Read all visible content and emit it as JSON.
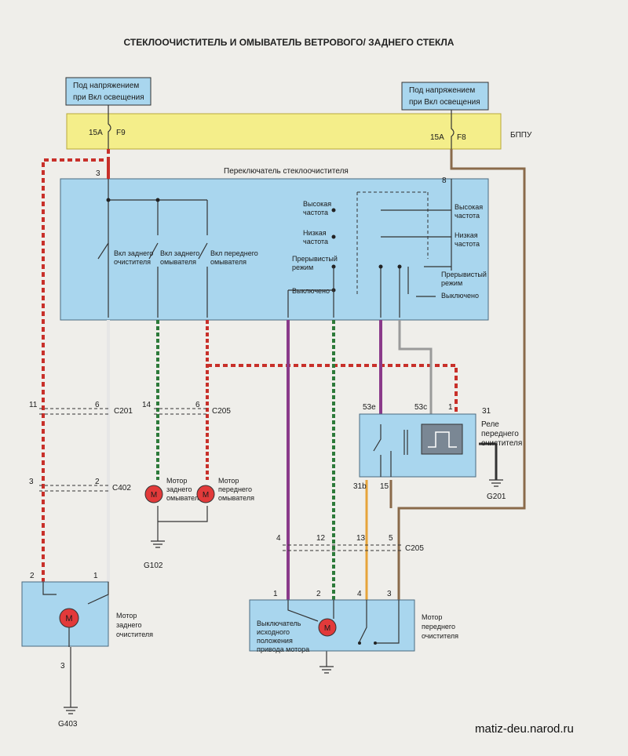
{
  "title": "СТЕКЛООЧИСТИТЕЛЬ И ОМЫВАТЕЛЬ ВЕТРОВОГО/ ЗАДНЕГО СТЕКЛА",
  "watermark": "matiz-deu.narod.ru",
  "supply_left": {
    "line1": "Под напряжением",
    "line2": "при Вкл освещения"
  },
  "supply_right": {
    "line1": "Под напряжением",
    "line2": "при Вкл освещения"
  },
  "fuse_left": {
    "rating": "15A",
    "name": "F9"
  },
  "fuse_right": {
    "rating": "15A",
    "name": "F8"
  },
  "fuse_block": "БППУ",
  "switch": {
    "title": "Переключатель стеклоочистителя",
    "pin_left": "3",
    "pin_right": "8",
    "rear_wiper": [
      "Вкл заднего",
      "очистителя"
    ],
    "rear_washer": [
      "Вкл заднего",
      "омывателя"
    ],
    "front_washer": [
      "Вкл переднего",
      "омывателя"
    ],
    "high_left": [
      "Высокая",
      "частота"
    ],
    "low_left": [
      "Низкая",
      "частота"
    ],
    "intermittent_left": [
      "Прерывистый",
      "режим"
    ],
    "off_left": "Выключено",
    "high_right": [
      "Высокая",
      "частота"
    ],
    "low_right": [
      "Низкая",
      "частота"
    ],
    "intermittent_right": [
      "Прерывистый",
      "режим"
    ],
    "off_right": "Выключено"
  },
  "connectors": {
    "c201": {
      "name": "C201",
      "pin_a": "11",
      "pin_b": "6"
    },
    "c205_upper": {
      "name": "C205",
      "pin_a": "14",
      "pin_b": "6"
    },
    "c402": {
      "name": "C402",
      "pin_a": "3",
      "pin_b": "2"
    },
    "c205_lower": {
      "name": "C205",
      "pins": [
        "4",
        "12",
        "13",
        "5"
      ]
    }
  },
  "relay": {
    "title": [
      "Реле",
      "переднего",
      "очистителя"
    ],
    "pin_53e": "53e",
    "pin_53c": "53c",
    "pin_1": "1",
    "pin_31": "31",
    "pin_31b": "31b",
    "pin_15": "15"
  },
  "grounds": {
    "g201": "G201",
    "g102": "G102",
    "g403": "G403"
  },
  "rear_washer_motor": [
    "Мотор",
    "заднего",
    "омывателя"
  ],
  "front_washer_motor": [
    "Мотор",
    "переднего",
    "омывателя"
  ],
  "rear_wiper_motor": {
    "label": [
      "Мотор",
      "заднего",
      "очистителя"
    ],
    "pin_2": "2",
    "pin_1": "1",
    "pin_3": "3"
  },
  "front_wiper_motor": {
    "label": [
      "Мотор",
      "переднего",
      "очистителя"
    ],
    "park_switch": [
      "Выключатель",
      "исходного",
      "положения",
      "привода мотора"
    ],
    "pins": [
      "1",
      "2",
      "4",
      "3"
    ]
  },
  "motor_letter": "M"
}
